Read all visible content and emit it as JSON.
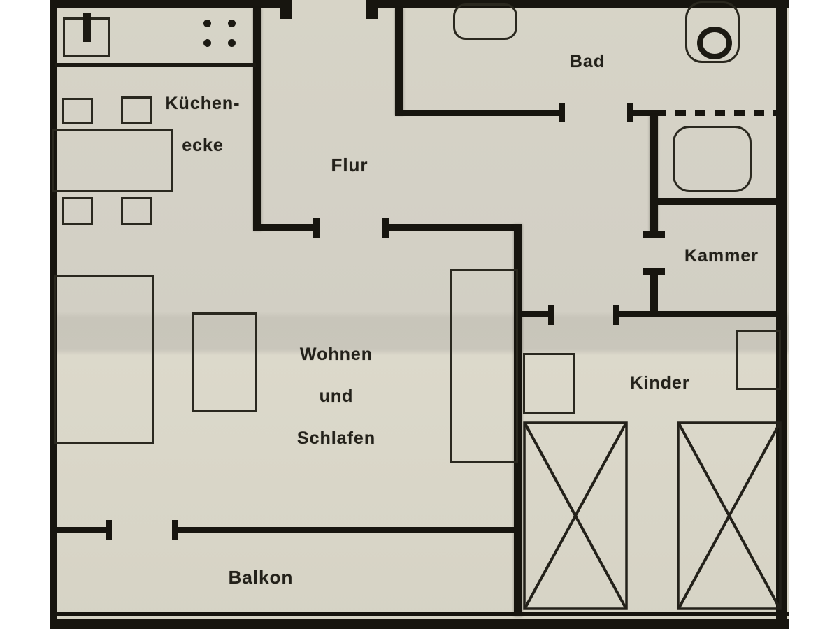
{
  "document": "scanned apartment floor plan",
  "colors": {
    "paper": "#d5d2c5",
    "paper_fold_band": "#c8c5ba",
    "ink": "#23211a",
    "wall": "#17150f",
    "margin": "#ffffff"
  },
  "rooms": {
    "kueche": {
      "label_line1": "Küchen-",
      "label_line2": "ecke"
    },
    "flur": {
      "label": "Flur"
    },
    "bad": {
      "label": "Bad"
    },
    "kammer": {
      "label": "Kammer"
    },
    "wohnen": {
      "label_line1": "Wohnen",
      "label_line2": "und",
      "label_line3": "Schlafen"
    },
    "kinder": {
      "label": "Kinder"
    },
    "balkon": {
      "label": "Balkon"
    }
  },
  "fixtures": [
    "kitchen-counter",
    "kitchen-sink",
    "faucet",
    "stove-burners",
    "dining-table",
    "chairs",
    "sofa-bed",
    "coffee-table",
    "wardrobe",
    "washbasin",
    "toilet",
    "shower-unit",
    "storage-cabinet",
    "crossed-bed"
  ]
}
